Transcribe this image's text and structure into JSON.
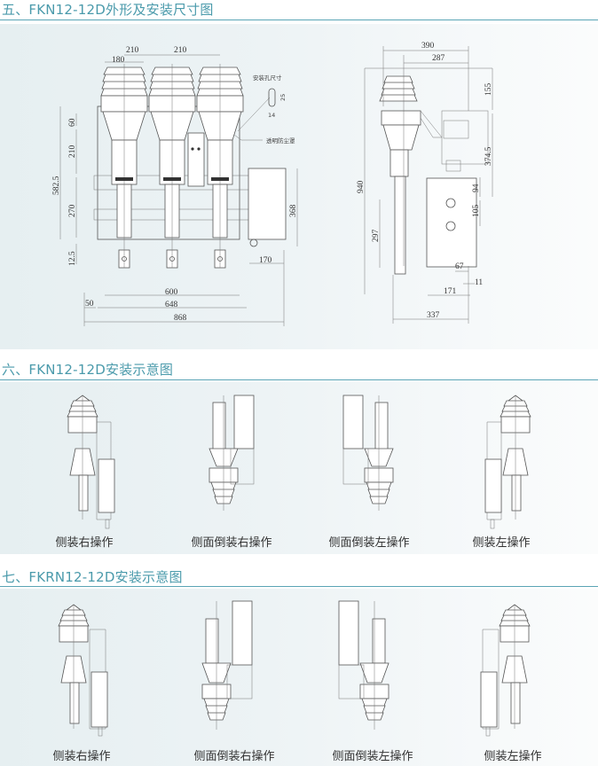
{
  "sections": [
    {
      "title": "五、FKN12-12D外形及安装尺寸图",
      "front_view": {
        "dimensions": {
          "top_pitch_1": "210",
          "top_pitch_2": "210",
          "insulator_width": "180",
          "overall_height": "582.5",
          "upper_60": "60",
          "middle_210": "210",
          "lower_270": "270",
          "bottom_12_5": "12.5",
          "mechanism_height": "368",
          "mechanism_width": "170",
          "pitch_600": "600",
          "width_648": "648",
          "offset_50": "50",
          "total_width": "868"
        },
        "notes": {
          "mount_hole": "安装孔尺寸",
          "mount_hole_h": "25",
          "mount_hole_w": "14",
          "dust_cover": "透明防尘罩"
        }
      },
      "side_view": {
        "dimensions": {
          "width_390": "390",
          "width_287": "287",
          "top_155": "155",
          "mid_374_5": "374.5",
          "overall_940": "940",
          "d_94": "94",
          "d_105": "105",
          "d_297": "297",
          "d_67": "67",
          "d_11": "11",
          "d_171": "171",
          "d_337": "337"
        }
      }
    },
    {
      "title": "六、FKN12-12D安装示意图",
      "items": [
        {
          "caption": "侧装右操作"
        },
        {
          "caption": "侧面倒装右操作"
        },
        {
          "caption": "侧面倒装左操作"
        },
        {
          "caption": "侧装左操作"
        }
      ]
    },
    {
      "title": "七、FKRN12-12D安装示意图",
      "items": [
        {
          "caption": "侧装右操作"
        },
        {
          "caption": "侧面倒装右操作"
        },
        {
          "caption": "侧面倒装左操作"
        },
        {
          "caption": "侧装左操作"
        }
      ]
    }
  ],
  "colors": {
    "title": "#4a9aab",
    "rule": "#5aa4b5",
    "panel": "#e9f1f3"
  }
}
